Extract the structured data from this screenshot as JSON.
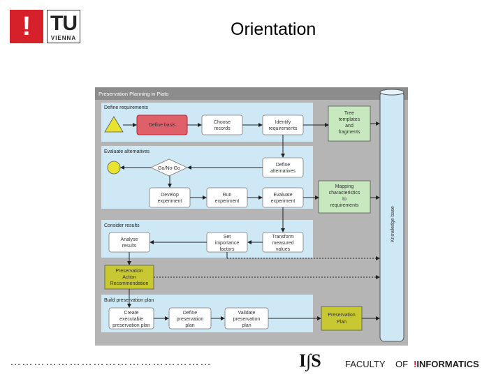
{
  "header": {
    "title": "Orientation",
    "logo_mark": "!",
    "tu_logo_main": "TU",
    "tu_logo_sub": "VIENNA"
  },
  "diagram": {
    "title": "Preservation Planning in Plato",
    "knowledge_base": "Knowledge base",
    "sections": {
      "define_requirements": "Define requirements",
      "evaluate_alternatives": "Evaluate alternatives",
      "consider_results": "Consider results",
      "build_plan": "Build preservation plan"
    },
    "nodes": {
      "define_basis": "Define basis",
      "choose_records": [
        "Choose",
        "records"
      ],
      "identify_requirements": [
        "Identify",
        "requirements"
      ],
      "go_nogo": "Go/No-Go",
      "define_alternatives": [
        "Define",
        "alternatives"
      ],
      "develop_experiment": [
        "Develop",
        "experiment"
      ],
      "run_experiment": [
        "Run",
        "experiment"
      ],
      "evaluate_experiment": [
        "Evaluate",
        "experiment"
      ],
      "analyse_results": [
        "Analyse",
        "results"
      ],
      "set_importance": [
        "Set",
        "importance",
        "factors"
      ],
      "transform_values": [
        "Transform",
        "measured",
        "values"
      ],
      "recommendation": [
        "Preservation",
        "Action",
        "Recommendation"
      ],
      "create_plan": [
        "Create",
        "executable",
        "preservation plan"
      ],
      "define_plan": [
        "Define",
        "preservation",
        "plan"
      ],
      "validate_plan": [
        "Validate",
        "preservation",
        "plan"
      ],
      "tree_templates": [
        "Tree",
        "templates",
        "and",
        "fragments"
      ],
      "mapping": [
        "Mapping",
        "characteristics",
        "to",
        "requirements"
      ],
      "preservation_plan": [
        "Preservation",
        "Plan"
      ]
    },
    "colors": {
      "background": "#b5b5b5",
      "header_bar": "#8c8c8c",
      "section": "#cfe8f5",
      "node": "#ffffff",
      "highlight": "#e0606a",
      "olive_box": "#c8c832",
      "knowledge_base": "#cfe8f5",
      "start": "#e8e230"
    }
  },
  "footer": {
    "dots": "……………………………………………",
    "ifs_logo": "I∫S",
    "faculty": "FACULTY",
    "of": "OF",
    "informatics_mark": "!",
    "informatics": "INFORMATICS"
  }
}
